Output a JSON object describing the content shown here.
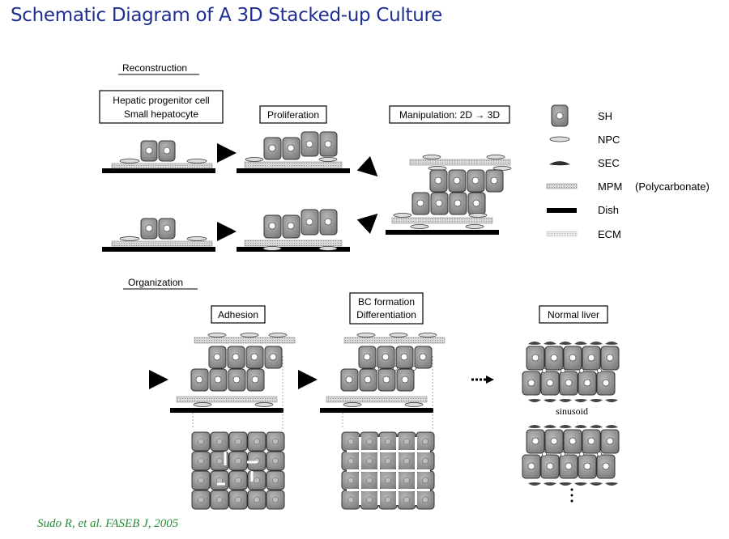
{
  "title": "Schematic Diagram of A 3D Stacked-up Culture",
  "citation": "Sudo R, et al. FASEB J, 2005",
  "diagram": {
    "section_reconstruction": "Reconstruction",
    "section_organization": "Organization",
    "box_hepatic_line1": "Hepatic progenitor cell",
    "box_hepatic_line2": "Small hepatocyte",
    "box_proliferation": "Proliferation",
    "box_manipulation": "Manipulation: 2D → 3D",
    "box_adhesion": "Adhesion",
    "box_bc_line1": "BC formation",
    "box_bc_line2": "Differentiation",
    "box_normal_liver": "Normal liver",
    "sinusoid_label": "sinusoid"
  },
  "legend": {
    "items": [
      {
        "symbol": "sh",
        "label": "SH"
      },
      {
        "symbol": "npc",
        "label": "NPC"
      },
      {
        "symbol": "sec",
        "label": "SEC"
      },
      {
        "symbol": "mpm",
        "label": "MPM"
      },
      {
        "symbol": "dish",
        "label": "Dish"
      },
      {
        "symbol": "ecm",
        "label": "ECM"
      }
    ],
    "mpm_note": "(Polycarbonate)"
  },
  "colors": {
    "title": "#1f2f8f",
    "citation": "#2a8a3a",
    "cell_fill": "#8e8e8e",
    "dish": "#000000",
    "membrane": "#cfcfcf"
  }
}
